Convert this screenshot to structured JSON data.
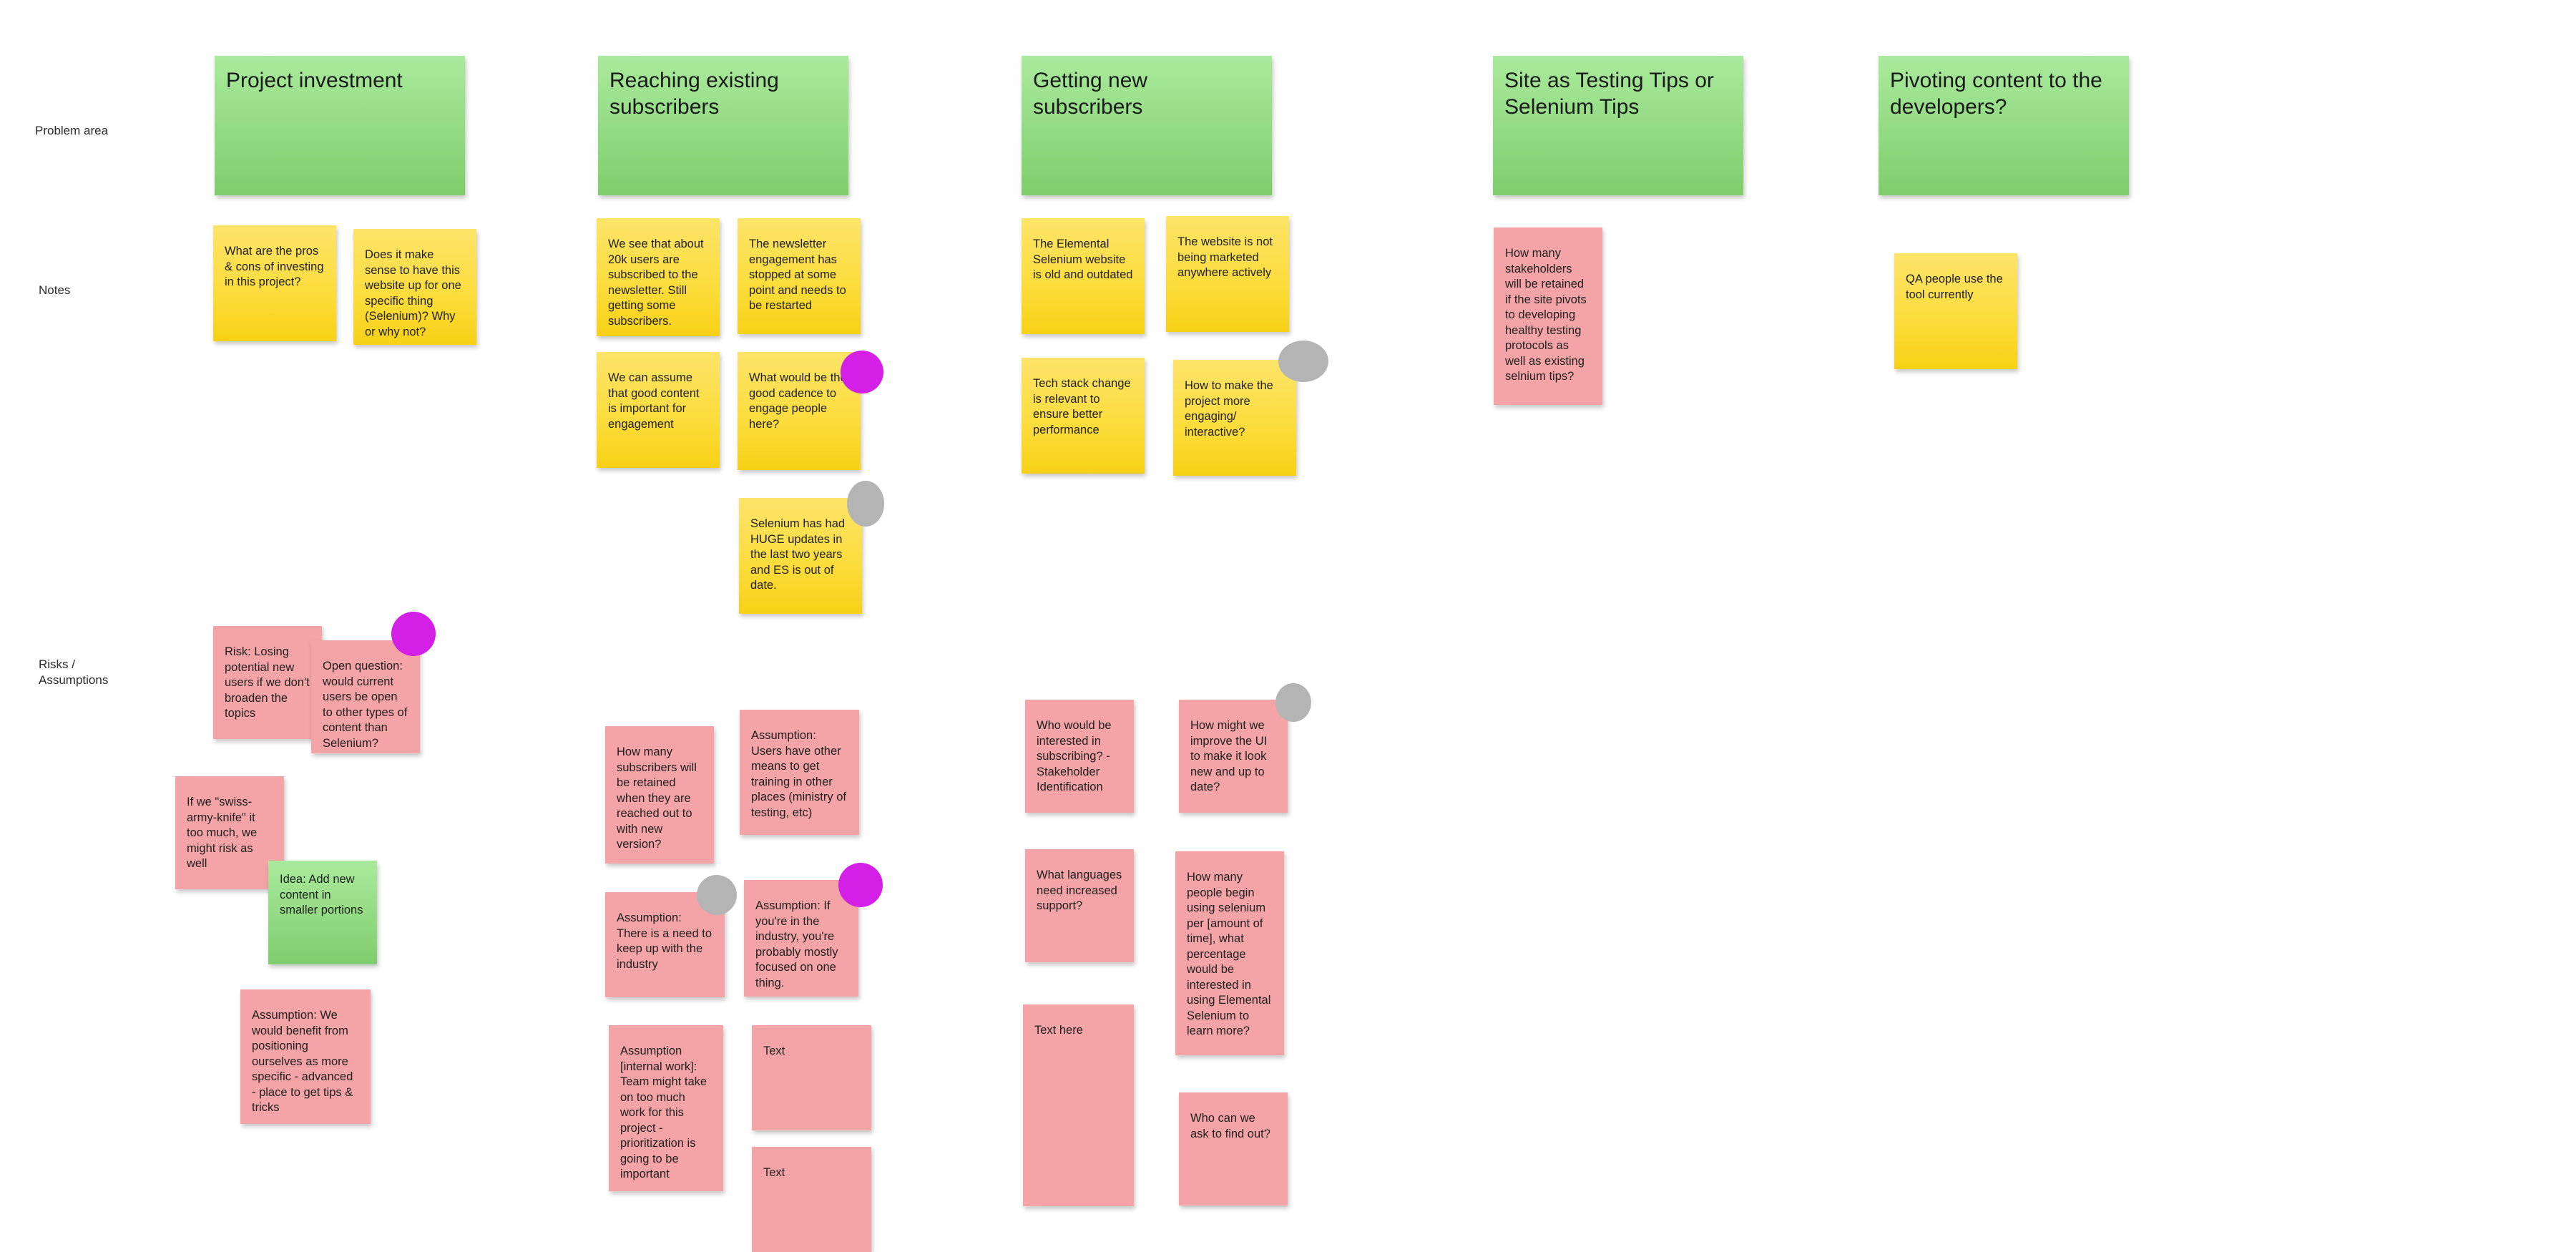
{
  "row_labels": {
    "problem_area": "Problem area",
    "notes": "Notes",
    "risks_assumptions": "Risks /\nAssumptions"
  },
  "headers": {
    "project_investment": "Project investment",
    "reaching_existing": "Reaching existing subscribers",
    "getting_new": "Getting new subscribers",
    "site_as_testing": "Site as Testing Tips or Selenium Tips",
    "pivoting_content": "Pivoting content to the developers?"
  },
  "notes": {
    "pi_pros_cons": "What are the pros & cons of investing in this project?",
    "pi_sense": "Does it make sense to have this website up for one specific thing (Selenium)? Why or why not?",
    "re_20k": "We see that about 20k users are subscribed to the newsletter. Still getting some subscribers.",
    "re_engagement_stopped": "The newsletter engagement has stopped at some point and needs to be restarted",
    "re_good_content": "We can assume that good content is important for engagement",
    "re_cadence": "What would be the good cadence to engage people here?",
    "re_huge_updates": "Selenium has had HUGE updates in the last two years and ES is out of date.",
    "gn_old_website": "The Elemental Selenium website is old and outdated",
    "gn_not_marketed": "The website is not being marketed anywhere actively",
    "gn_tech_stack": "Tech stack change is relevant to ensure better performance",
    "gn_more_engaging": "How to make the project more engaging/ interactive?",
    "st_stakeholders": "How many stakeholders will be retained if the site pivots to developing healthy testing protocols as well as existing selnium tips?",
    "pc_qa_people": "QA people use the tool currently"
  },
  "risks": {
    "pi_losing_users": "Risk: Losing potential new users if we don't broaden the topics",
    "pi_open_question": "Open question: would current users be open to other types of content than Selenium?",
    "pi_swiss_army": "If we \"swiss-army-knife\" it too much, we might risk as well",
    "pi_idea": "Idea: Add new content in smaller portions",
    "pi_assumption_benefit": "Assumption:  We would benefit from positioning ourselves as more specific - advanced - place to get tips & tricks",
    "re_how_many_retained": "How many subscribers will be retained when they are reached out to with new version?",
    "re_other_means": "Assumption: Users have other means to get training in other places (ministry of testing, etc)",
    "re_keep_up": "Assumption: There is a need to keep up with the industry",
    "re_mostly_focused": "Assumption: If you're in the industry, you're probably mostly focused on one thing.",
    "re_internal_work": "Assumption [internal work]: Team might take on too much work for this project - prioritization is going to be important",
    "re_text1": "Text",
    "re_text2": "Text",
    "gn_who_interested": "Who would be interested in subscribing? - Stakeholder Identification",
    "gn_improve_ui": "How might we improve the UI to make it look new and up to date?",
    "gn_languages": "What languages need increased support?",
    "gn_how_many_begin": "How many people begin using selenium per [amount of time], what percentage would be interested in using Elemental Selenium to learn more?",
    "gn_text_here": "Text here",
    "gn_who_ask": "Who can we ask to find out?"
  },
  "colors": {
    "header_green": "#90d97f",
    "sticky_yellow": "#fbdc3a",
    "sticky_pink": "#f4a3a6",
    "reaction_magenta": "#d31fe6",
    "reaction_gray": "#b4b4b4"
  }
}
